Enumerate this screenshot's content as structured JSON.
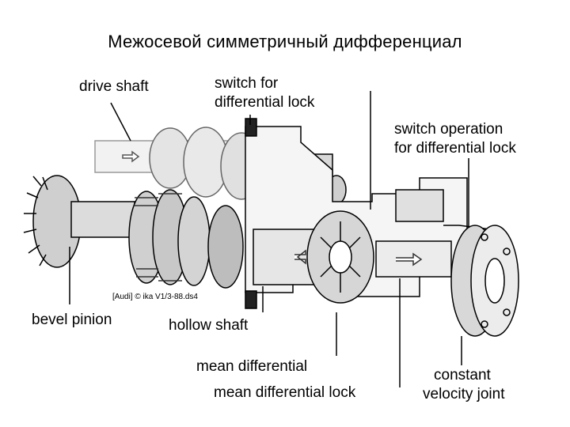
{
  "slide": {
    "title": "Межосевой симметричный дифференциал"
  },
  "labels": {
    "drive_shaft": "drive shaft",
    "switch_for_lock": [
      "switch for",
      "differential lock"
    ],
    "switch_operation": [
      "switch operation",
      "for differential lock"
    ],
    "bevel_pinion": "bevel pinion",
    "hollow_shaft": "hollow shaft",
    "mean_differential": "mean differential",
    "mean_differential_lock": "mean differential lock",
    "constant_velocity_joint": [
      "constant",
      "velocity joint"
    ]
  },
  "credit": "[Audi] © ika V1/3-88.ds4"
}
